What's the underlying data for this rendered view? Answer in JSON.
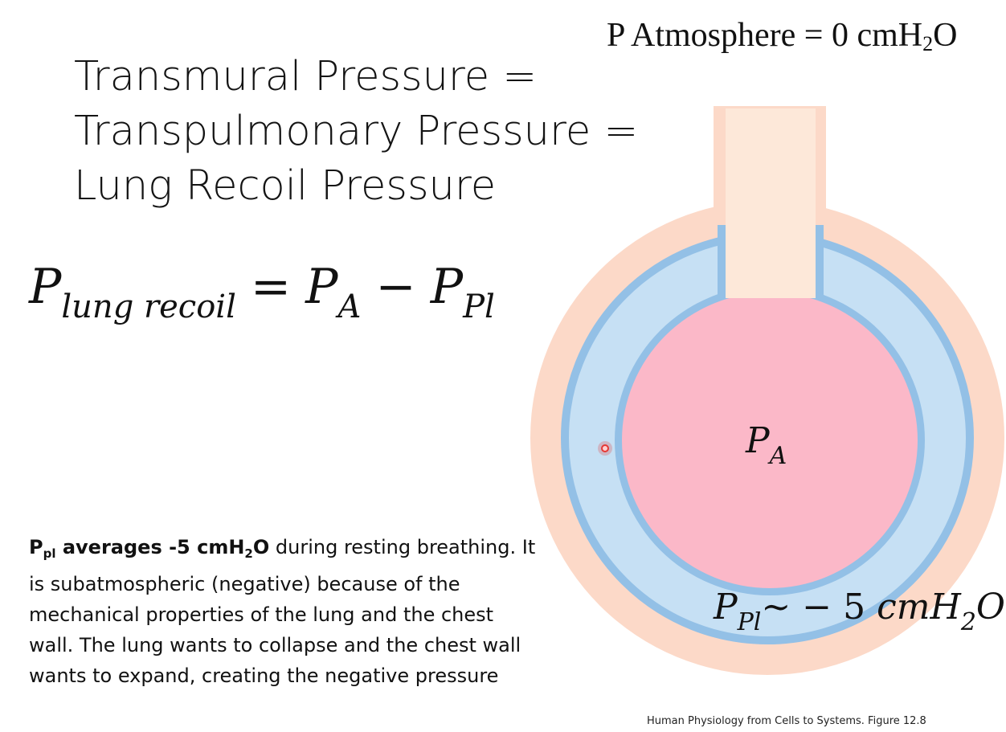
{
  "atmosphere": {
    "prefix": "P Atmosphere = 0 cmH",
    "sub": "2",
    "suffix": "O"
  },
  "title": {
    "line1": "Transmural Pressure =",
    "line2": "Transpulmonary Pressure =",
    "line3": "Lung Recoil Pressure"
  },
  "equation": {
    "lhs": "P",
    "lhs_sub": "lung recoil",
    "eq": "=",
    "t1": "P",
    "t1_sub": "A",
    "minus": "−",
    "t2": "P",
    "t2_sub": "Pl"
  },
  "note": {
    "bold_p": "P",
    "bold_sub": "pl",
    "bold_mid": " averages -5 cmH",
    "bold_sub2": "2",
    "bold_end": "O",
    "rest": " during resting breathing. It is subatmospheric (negative) because of the mechanical properties of the lung and the chest wall. The lung wants to collapse and the chest wall wants to expand, creating the negative pressure"
  },
  "diagram": {
    "alveolar_label": {
      "p": "P",
      "sub": "A"
    },
    "pleural_label": {
      "p": "P",
      "sub": "Pl",
      "tilde": "~ − 5 ",
      "unit": "cmH",
      "unit_sub": "2",
      "unit_end": "O"
    },
    "colors": {
      "chest_wall": "#fcd9c8",
      "pleural_space": "#c6e0f4",
      "pleural_border": "#93c0e6",
      "alveolus": "#fbb8c8",
      "airway": "#fde8d9",
      "pointer": "#e53935"
    }
  },
  "citation": "Human Physiology from Cells to Systems. Figure 12.8"
}
